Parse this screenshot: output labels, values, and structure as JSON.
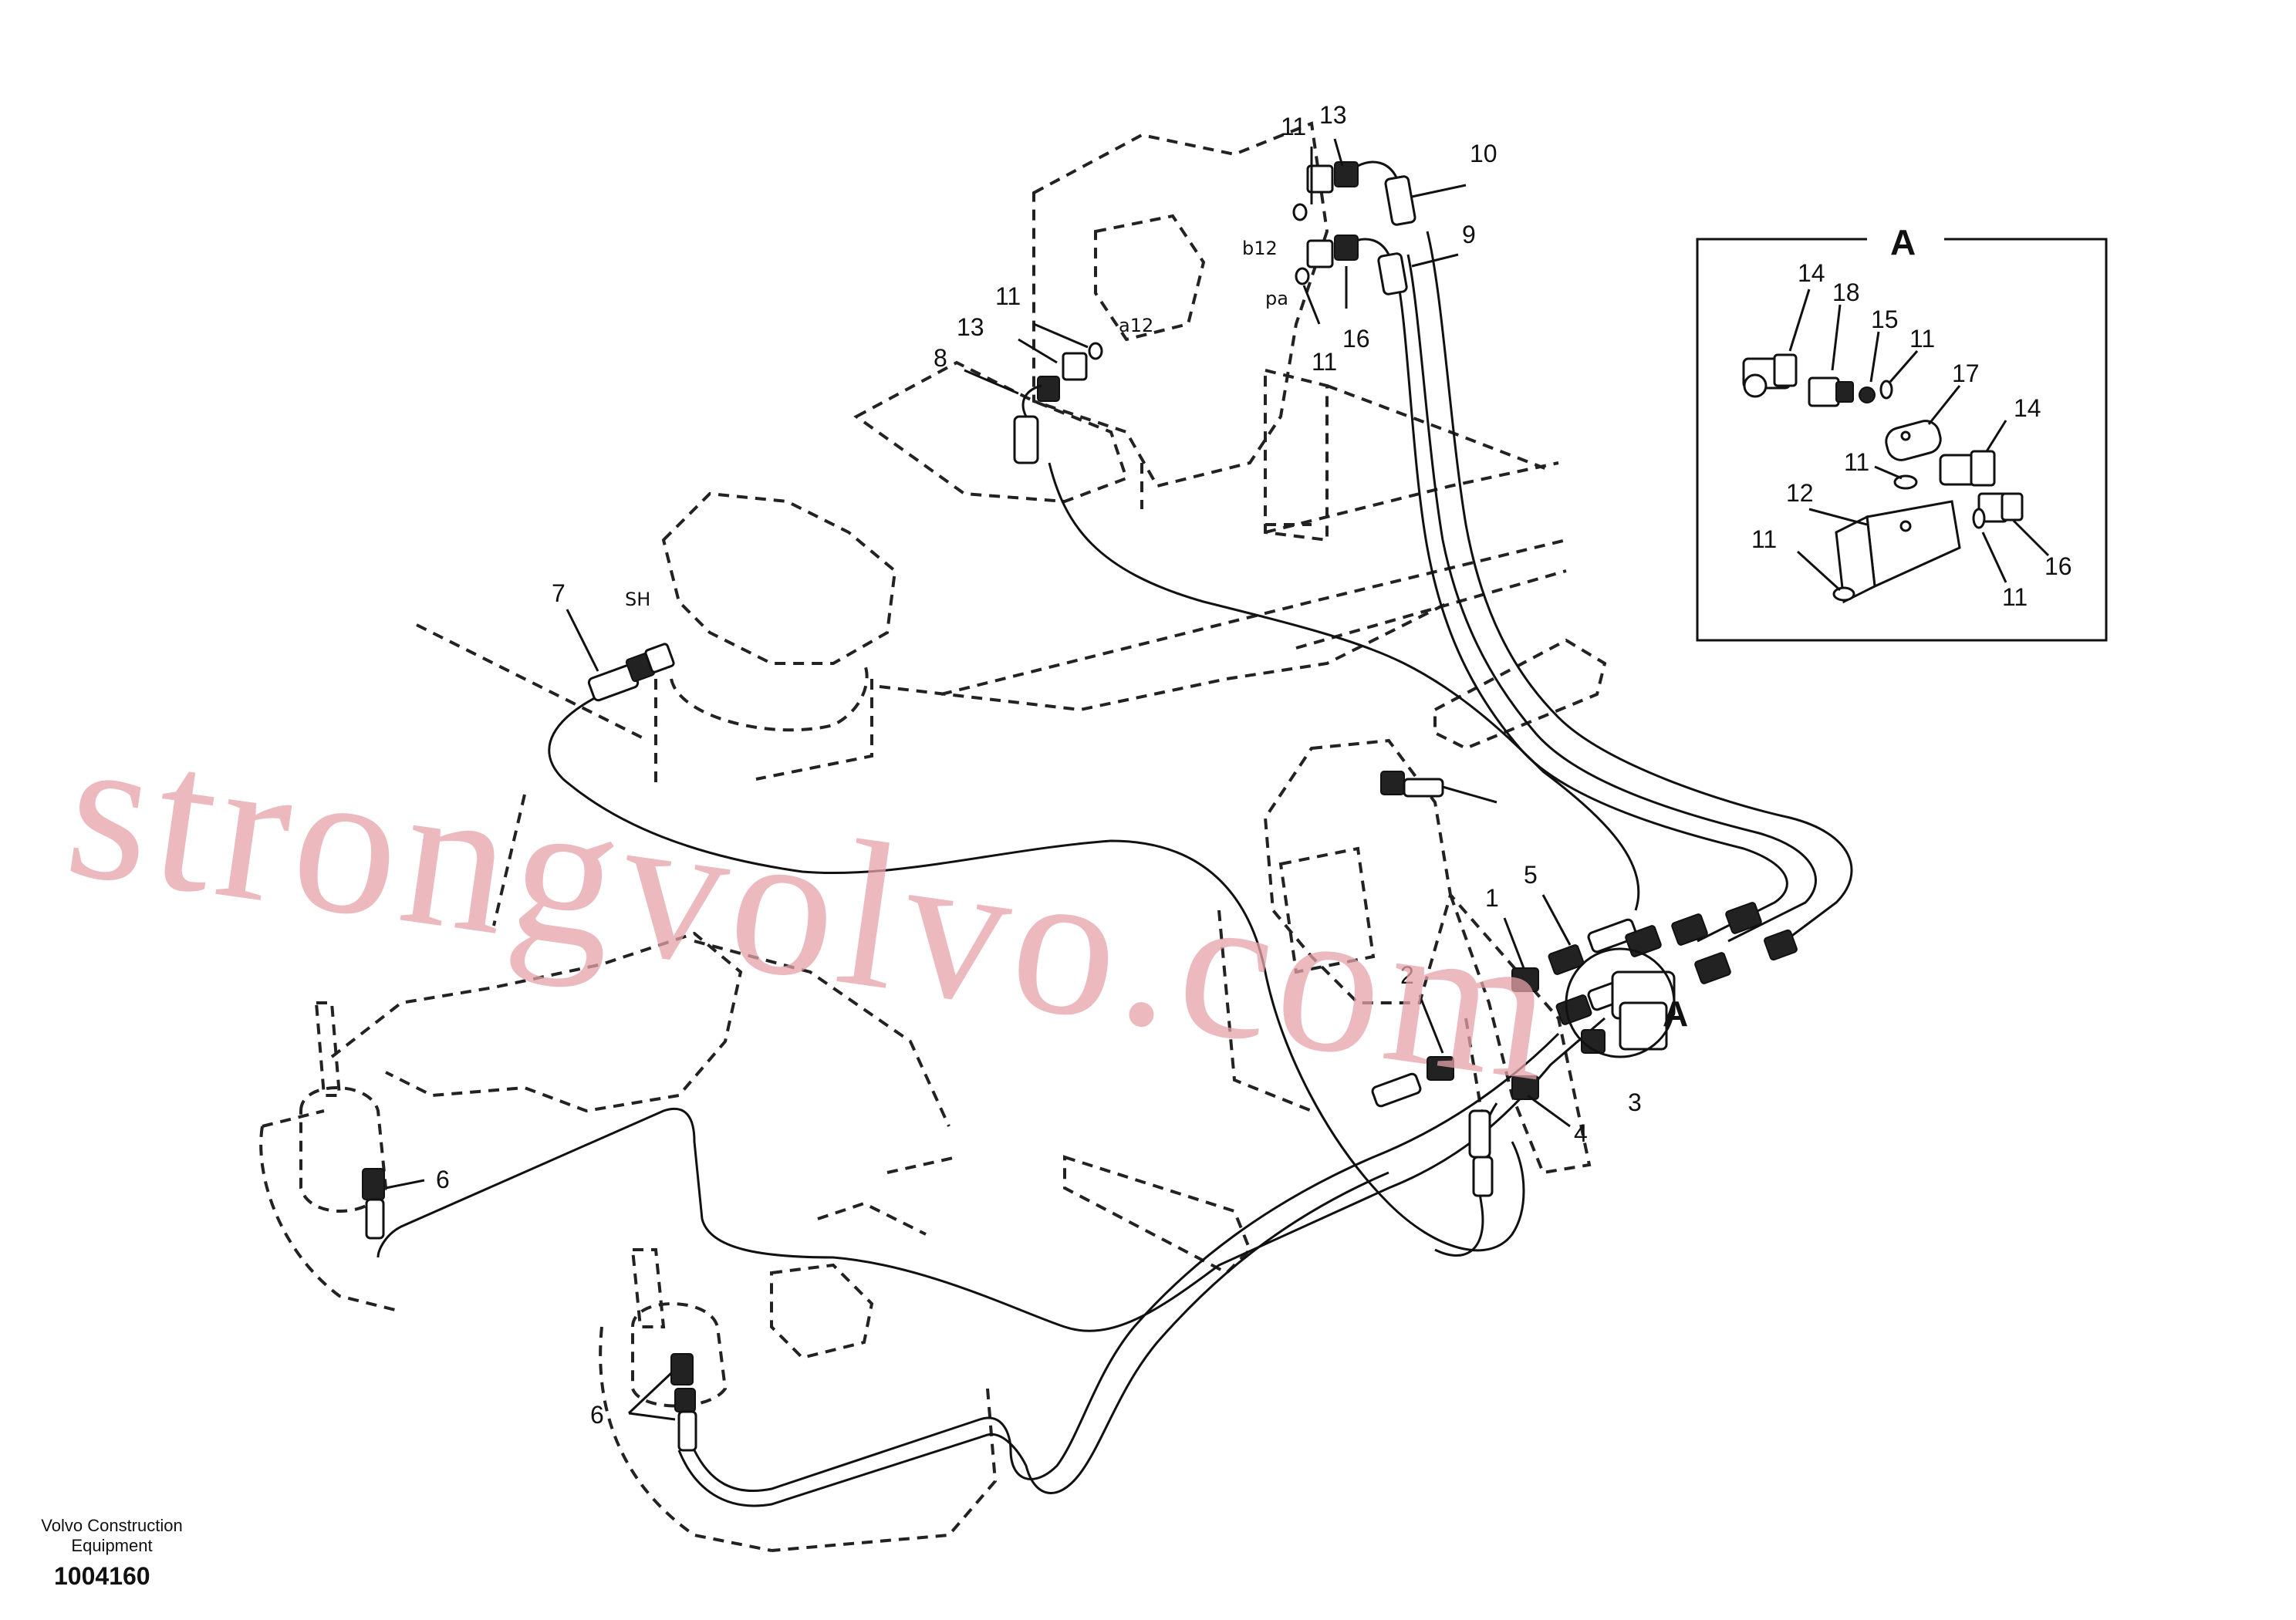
{
  "watermark": "strongvolvo.com",
  "footer": {
    "company": "Volvo Construction Equipment",
    "drawing_number": "1004160"
  },
  "detail_box": {
    "title": "A",
    "callouts": [
      "14",
      "18",
      "15",
      "11",
      "17",
      "14",
      "11",
      "12",
      "11",
      "16",
      "11"
    ]
  },
  "main_callouts": [
    "13",
    "11",
    "10",
    "9",
    "b12",
    "pa",
    "16",
    "11",
    "11",
    "13",
    "8",
    "a12",
    "7",
    "SH",
    "1",
    "5",
    "2",
    "A",
    "3",
    "4",
    "6",
    "6"
  ],
  "reference_marker": "A"
}
